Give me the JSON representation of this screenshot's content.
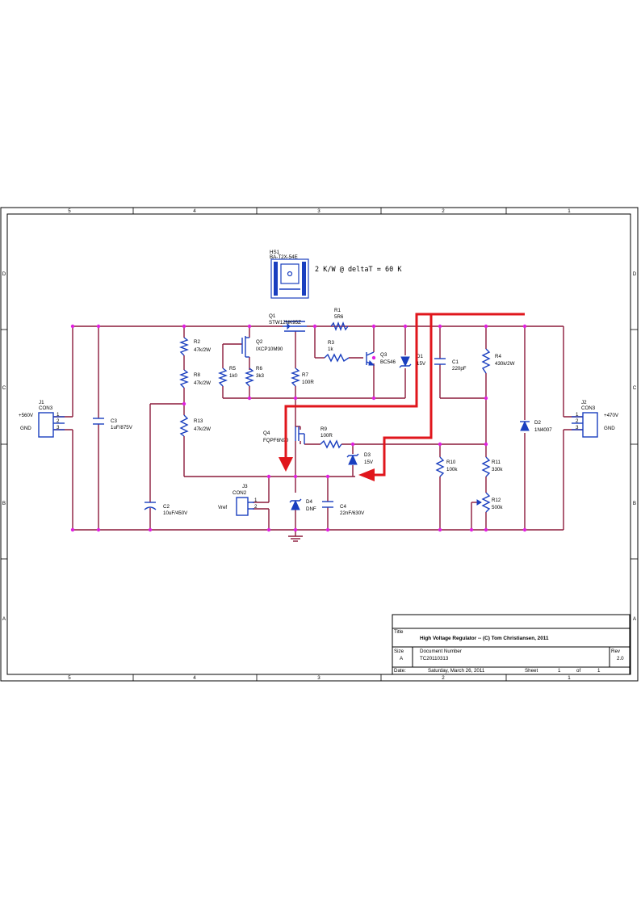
{
  "border": {
    "top_zones": [
      "5",
      "4",
      "3",
      "2",
      "1"
    ],
    "bottom_zones": [
      "5",
      "4",
      "3",
      "2",
      "1"
    ],
    "left_rows": [
      "D",
      "C",
      "B",
      "A"
    ],
    "right_rows": [
      "D",
      "C",
      "B",
      "A"
    ]
  },
  "heatsink": {
    "ref": "HS1",
    "value": "BA-T2X-54E",
    "note": "2 K/W @ deltaT = 60 K"
  },
  "components": {
    "j1": {
      "ref": "J1",
      "value": "CON3",
      "net_top": "+560V",
      "net_bottom": "GND",
      "pins": [
        "1",
        "2",
        "3"
      ]
    },
    "j2": {
      "ref": "J2",
      "value": "CON3",
      "net_top": "+470V",
      "net_bottom": "GND",
      "pins": [
        "1",
        "2",
        "3"
      ]
    },
    "j3": {
      "ref": "J3",
      "value": "CON2",
      "net": "Vref",
      "pins": [
        "1",
        "2"
      ]
    },
    "q1": {
      "ref": "Q1",
      "value": "STW12NK95Z"
    },
    "q2": {
      "ref": "Q2",
      "value": "IXCP10M90"
    },
    "q3": {
      "ref": "Q3",
      "value": "BC546"
    },
    "q4": {
      "ref": "Q4",
      "value": "FQPF6N90"
    },
    "r1": {
      "ref": "R1",
      "value": "5R6"
    },
    "r2": {
      "ref": "R2",
      "value": "47k/2W"
    },
    "r3": {
      "ref": "R3",
      "value": "1k"
    },
    "r4": {
      "ref": "R4",
      "value": "430k/2W"
    },
    "r5": {
      "ref": "R5",
      "value": "1k0"
    },
    "r6": {
      "ref": "R6",
      "value": "3k3"
    },
    "r7": {
      "ref": "R7",
      "value": "100R"
    },
    "r8": {
      "ref": "R8",
      "value": "47k/2W"
    },
    "r9": {
      "ref": "R9",
      "value": "100R"
    },
    "r10": {
      "ref": "R10",
      "value": "100k"
    },
    "r11": {
      "ref": "R11",
      "value": "330k"
    },
    "r12": {
      "ref": "R12",
      "value": "500k"
    },
    "r13": {
      "ref": "R13",
      "value": "47k/2W"
    },
    "c1": {
      "ref": "C1",
      "value": "220pF"
    },
    "c2": {
      "ref": "C2",
      "value": "10uF/450V"
    },
    "c3": {
      "ref": "C3",
      "value": "1uF/875V"
    },
    "c4": {
      "ref": "C4",
      "value": "22nF/630V"
    },
    "d1": {
      "ref": "D1",
      "value": "15V"
    },
    "d2": {
      "ref": "D2",
      "value": "1N4007"
    },
    "d3": {
      "ref": "D3",
      "value": "15V"
    },
    "d4": {
      "ref": "D4",
      "value": "DNF"
    }
  },
  "title_block": {
    "title_label": "Title",
    "title": "High Voltage Regulator -- (C) Tom Christiansen, 2011",
    "size_label": "Size",
    "size": "A",
    "docnum_label": "Document Number",
    "docnum": "TC20110313",
    "rev_label": "Rev",
    "rev": "2.0",
    "date_label": "Date:",
    "date": "Saturday, March 26, 2011",
    "sheet_label": "Sheet",
    "sheet": "1",
    "of_label": "of",
    "of": "1"
  },
  "colors": {
    "wire": "#8b1a3a",
    "part": "#1a3fbf",
    "junction": "#e020e0",
    "arrow": "#e0161c"
  }
}
